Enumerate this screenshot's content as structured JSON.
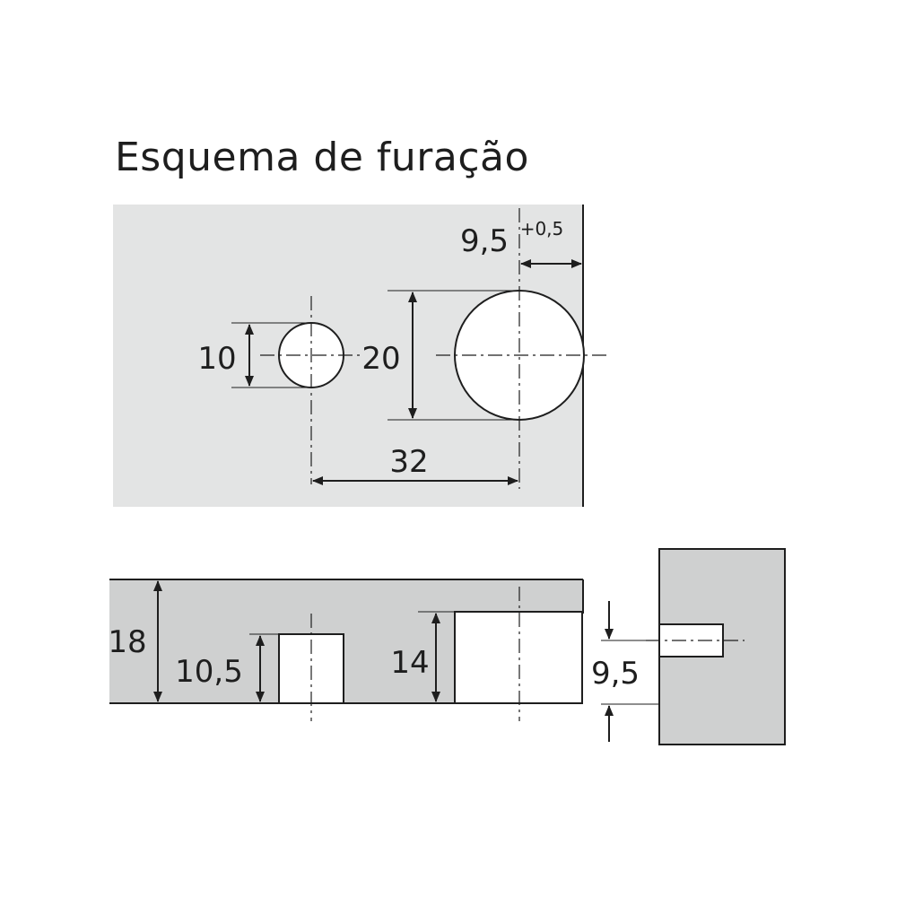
{
  "title": "Esquema de furação",
  "top_view": {
    "small_hole_diameter": "10",
    "large_hole_diameter": "20",
    "hole_spacing": "32",
    "edge_distance": "9,5",
    "edge_tolerance": "+0,5"
  },
  "section_view": {
    "panel_thickness": "18",
    "small_hole_depth": "10,5",
    "large_hole_depth": "14"
  },
  "side_view": {
    "pin_offset": "9,5"
  },
  "colors": {
    "panel": "#e3e4e4",
    "panel_section": "#cfd0d0",
    "line": "#1e1e1e",
    "hole": "#ffffff"
  }
}
